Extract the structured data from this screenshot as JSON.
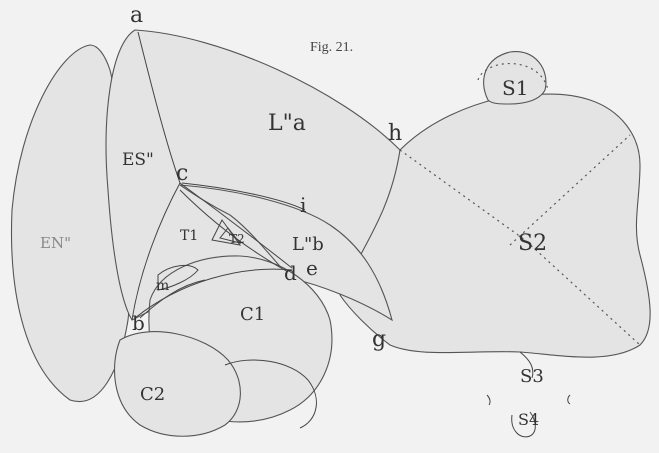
{
  "figure": {
    "caption": "Fig. 21.",
    "labels": {
      "a": "a",
      "h": "h",
      "c": "c",
      "i": "i",
      "d": "d",
      "e": "e",
      "b": "b",
      "g": "g",
      "es": "ES\"",
      "en": "EN\"",
      "la": "L\"a",
      "lb": "L\"b",
      "t1": "T1",
      "t2": "T2",
      "m": "m",
      "c1": "C1",
      "c2": "C2",
      "s1": "S1",
      "s2": "S2",
      "s3": "S3",
      "s4": "S4"
    }
  }
}
